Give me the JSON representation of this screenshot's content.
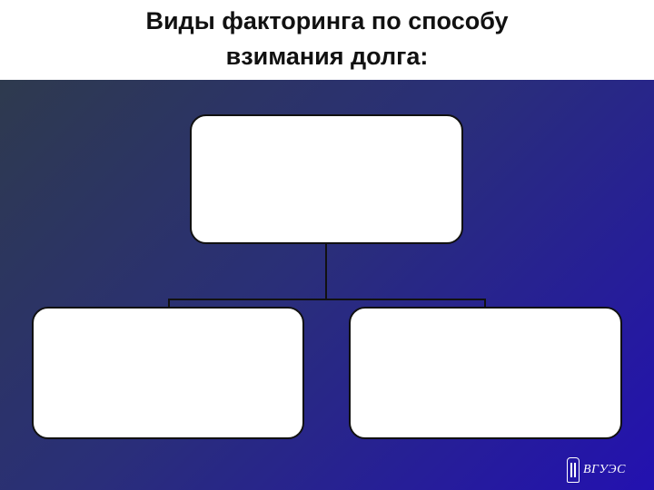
{
  "slide": {
    "title_line1": "Виды факторинга по способу",
    "title_line2": "взимания долга:",
    "logo_text": "ВГУЭС"
  },
  "diagram": {
    "nodes": [
      {
        "id": "root",
        "label": ""
      },
      {
        "id": "left-child",
        "label": ""
      },
      {
        "id": "right-child",
        "label": ""
      }
    ],
    "edges": [
      {
        "from": "root",
        "to": "left-child"
      },
      {
        "from": "root",
        "to": "right-child"
      }
    ]
  }
}
